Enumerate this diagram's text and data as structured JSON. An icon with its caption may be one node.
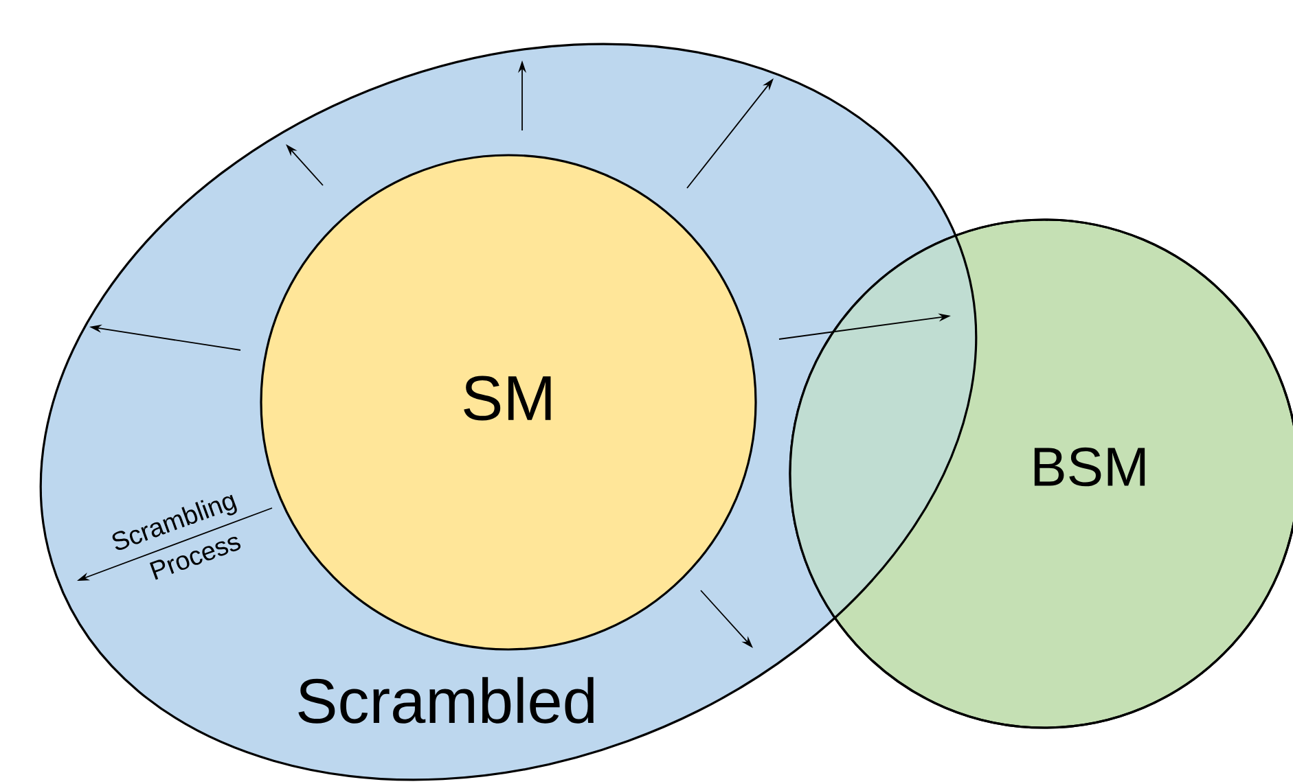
{
  "diagram": {
    "nodes": [
      {
        "text": [
          "Scrambled"
        ]
      },
      {
        "text": [
          "SM"
        ],
        "in": 0
      },
      {
        "text": [
          "BSM"
        ]
      }
    ],
    "labels": [
      "Scrambling",
      "Process"
    ]
  }
}
